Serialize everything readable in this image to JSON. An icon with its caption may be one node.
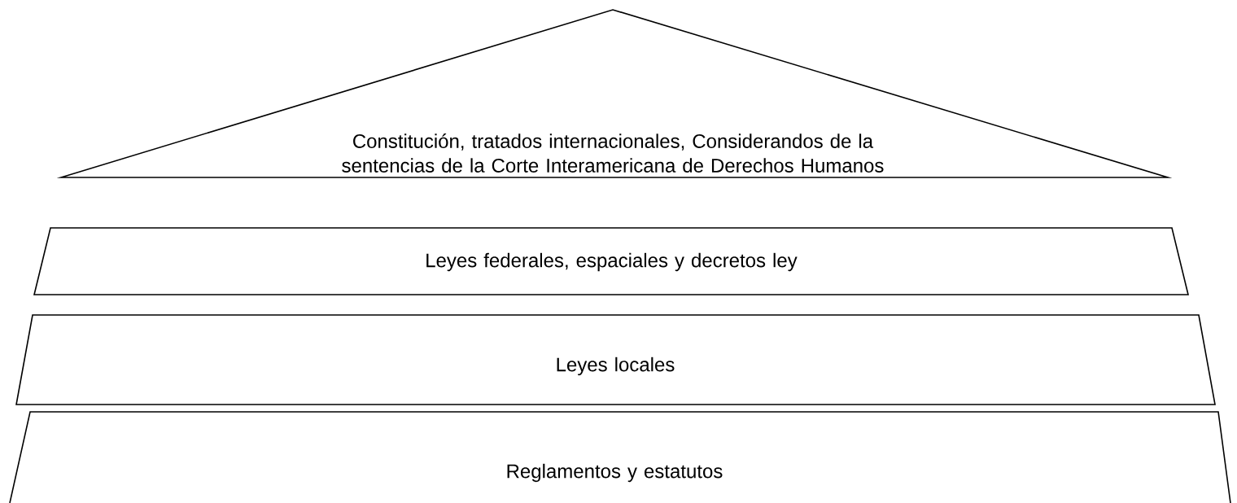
{
  "diagram": {
    "nodes": [
      {
        "text": [
          "Constitución, tratados internacionales, Considerandos de la sentencias de la Corte Interamericana de Derechos Humanos"
        ]
      },
      {
        "text": [
          "Leyes federales, espaciales y decretos ley"
        ]
      },
      {
        "text": [
          "Leyes locales"
        ]
      },
      {
        "text": [
          "Reglamentos y estatutos"
        ]
      }
    ]
  }
}
